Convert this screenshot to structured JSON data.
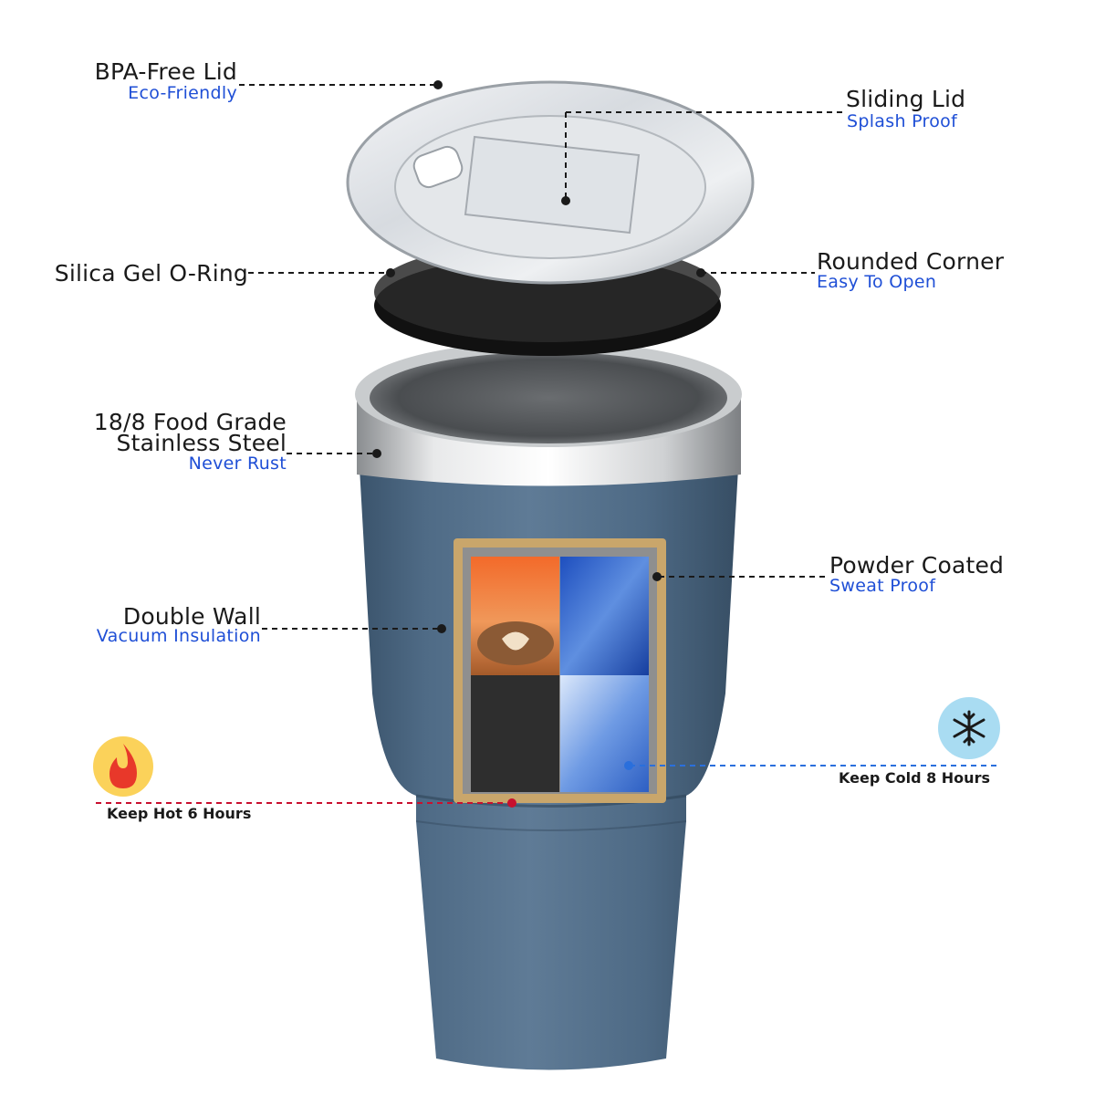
{
  "labels": {
    "bpa_lid": {
      "title": "BPA-Free Lid",
      "sub": "Eco-Friendly"
    },
    "sliding_lid": {
      "title": "Sliding Lid",
      "sub": "Splash Proof"
    },
    "o_ring": {
      "title": "Silica Gel O-Ring"
    },
    "rounded_corner": {
      "title": "Rounded Corner",
      "sub": "Easy To Open"
    },
    "steel": {
      "title_line1": "18/8 Food Grade",
      "title_line2": "Stainless Steel",
      "sub": "Never Rust"
    },
    "powder": {
      "title": "Powder Coated",
      "sub": "Sweat Proof"
    },
    "double_wall": {
      "title": "Double Wall",
      "sub": "Vacuum Insulation"
    },
    "keep_hot": {
      "title": "Keep Hot 6 Hours"
    },
    "keep_cold": {
      "title": "Keep Cold 8 Hours"
    }
  },
  "icons": {
    "hot": "flame-icon",
    "cold": "snowflake-icon"
  },
  "colors": {
    "tumbler_body": "#4e6a85",
    "sub_label": "#1f4fd6",
    "hot_line": "#c8102e",
    "cold_line": "#2a6fdc",
    "hot_badge": "#fbd25a",
    "cold_badge": "#a9dcf2",
    "panel_frame": "#c9a66b"
  }
}
